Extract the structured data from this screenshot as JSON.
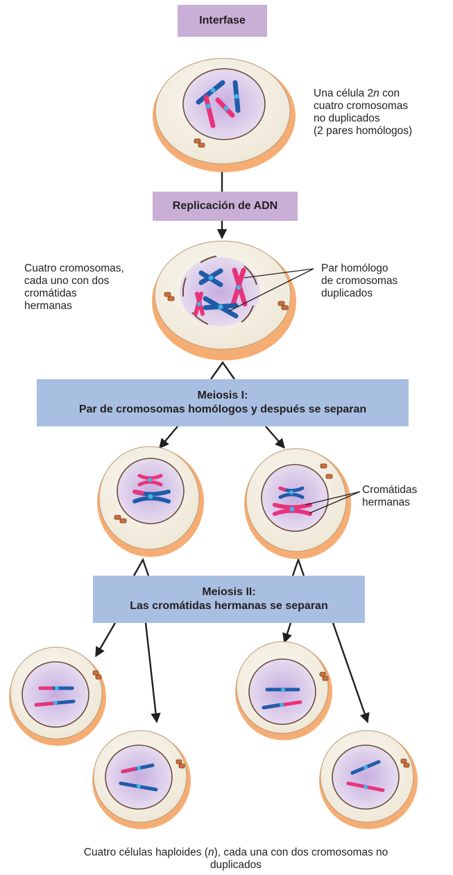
{
  "stages": {
    "interphase": "Interfase",
    "replication": "Replicación de ADN",
    "meiosis1_line1": "Meiosis I:",
    "meiosis1_line2": "Par de cromosomas homólogos y después se separan",
    "meiosis2_line1": "Meiosis II:",
    "meiosis2_line2": "Las cromátidas hermanas se separan"
  },
  "labels": {
    "cell_2n": [
      "Una célula 2",
      "n",
      " con",
      "cuatro cromosomas",
      "no duplicados",
      "(2 pares homólogos)"
    ],
    "four_chromosomes": [
      "Cuatro cromosomas,",
      "cada uno con dos",
      "cromátidas",
      "hermanas"
    ],
    "homologous_pair": [
      "Par homólogo",
      "de cromosomas",
      "duplicados"
    ],
    "sister_chromatids": [
      "Cromátidas",
      "hermanas"
    ],
    "haploid": [
      "Cuatro células haploides (",
      "n",
      "), cada una con dos cromosomas no",
      "duplicados"
    ]
  },
  "colors": {
    "cell_outer": "#f5ad73",
    "cytoplasm": "#f6f1e5",
    "nucleus": "#d6c0e4",
    "stage_box_purple": "#c9aed6",
    "stage_box_blue": "#a9bfe2",
    "chromosome_blue": "#1f5ca8",
    "chromosome_pink": "#e8337a",
    "centromere": "#42b4e6"
  }
}
